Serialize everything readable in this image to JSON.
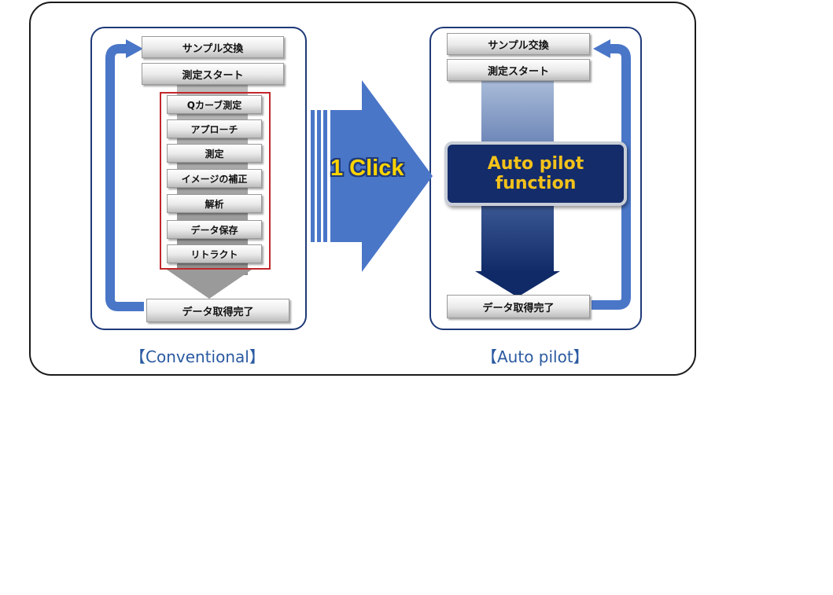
{
  "conventional": {
    "steps_top": [
      "サンプル交換",
      "測定スタート"
    ],
    "process_steps": [
      "Qカーブ測定",
      "アプローチ",
      "測定",
      "イメージの補正",
      "解析",
      "データ保存",
      "リトラクト"
    ],
    "step_bottom": "データ取得完了",
    "caption": "【Conventional】"
  },
  "transition": {
    "label": "1 Click"
  },
  "autopilot": {
    "steps_top": [
      "サンプル交換",
      "測定スタート"
    ],
    "function_line1": "Auto pilot",
    "function_line2": "function",
    "step_bottom": "データ取得完了",
    "caption": "【Auto pilot】"
  },
  "colors": {
    "panel_border": "#1f3a78",
    "loop_arrow": "#4a76c8",
    "process_outline": "#c0282c",
    "big_arrow": "#4a76c8",
    "function_box": "#142c6a",
    "function_text": "#f3c21a",
    "click_text": "#ffd400",
    "caption_text": "#2a5aa0"
  }
}
